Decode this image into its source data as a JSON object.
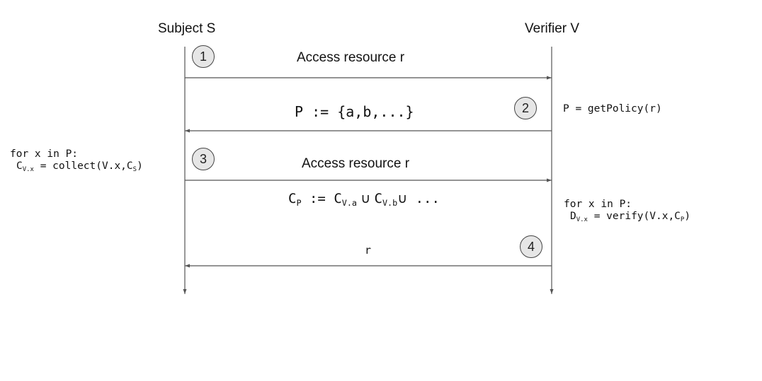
{
  "participants": {
    "subject": "Subject S",
    "verifier": "Verifier V"
  },
  "steps": [
    "1",
    "2",
    "3",
    "4"
  ],
  "messages": {
    "m1": "Access resource r",
    "m2": "P := {a,b,...}",
    "m3": "Access resource r",
    "m4": "r"
  },
  "formula": {
    "C": "C",
    "p": "P",
    "assign": " := ",
    "va": "V.a",
    "vb": "V.b",
    "union": " ∪ ",
    "union2": "∪",
    "ellipsis": " ..."
  },
  "notes": {
    "policy": "P = getPolicy(r)",
    "subject_loop": "for x in P:",
    "subject_body_lhs": "C",
    "subject_body_sub": "V.x",
    "subject_body_mid": " = collect(V.x,C",
    "subject_body_sub2": "S",
    "subject_body_end": ")",
    "verifier_loop": "for x in P:",
    "verifier_body_lhs": "D",
    "verifier_body_sub": "V.x",
    "verifier_body_mid": " = verify(V.x,C",
    "verifier_body_sub2": "P",
    "verifier_body_end": ")"
  }
}
